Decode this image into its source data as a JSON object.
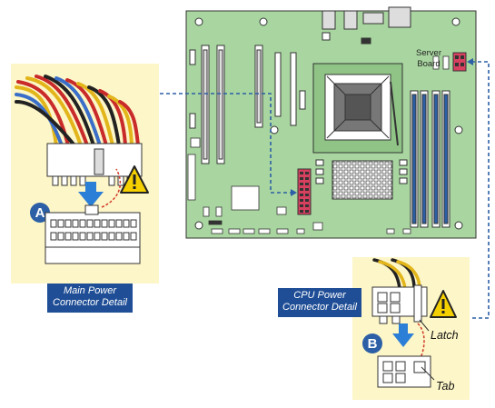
{
  "board": {
    "label_line1": "Server",
    "label_line2": "Board"
  },
  "main_power": {
    "badge": "A",
    "caption_line1": "Main Power",
    "caption_line2": "Connector Detail"
  },
  "cpu_power": {
    "badge": "B",
    "caption_line1": "CPU Power",
    "caption_line2": "Connector Detail",
    "latch_label": "Latch",
    "tab_label": "Tab"
  },
  "colors": {
    "board_green": "#a9d6a0",
    "panel_yellow": "#fdf6c8",
    "accent_blue": "#2c5fa6",
    "warning_yellow": "#f5d000",
    "leader_red": "#d23a2a"
  },
  "icons": [
    "warning-icon",
    "down-arrow-icon"
  ]
}
